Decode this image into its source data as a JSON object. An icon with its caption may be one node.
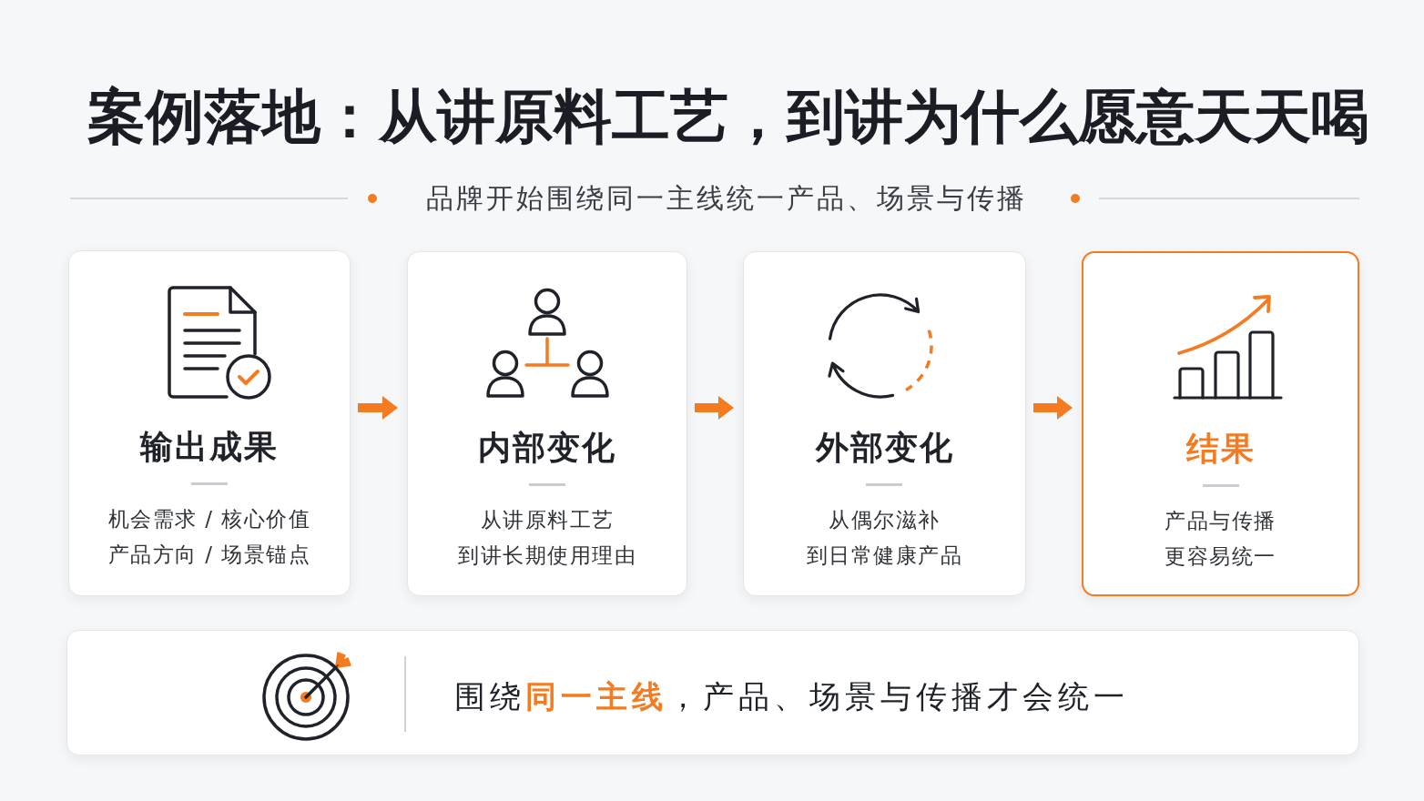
{
  "diagram": {
    "title": "案例落地：从讲原料工艺，到讲为什么愿意天天喝",
    "nodes": [
      {
        "text": [
          "输出成果",
          "机会需求 / 核心价值",
          "产品方向 / 场景锚点"
        ]
      },
      {
        "text": [
          "内部变化",
          "从讲原料工艺到讲长期使用理由"
        ]
      },
      {
        "text": [
          "外部变化",
          "从偶尔滋补到日常健康产品"
        ]
      },
      {
        "text": [
          "结果",
          "产品与传播更容易统一"
        ]
      },
      {
        "text": [
          "围绕**同一主线**，产品、场景与传播才会统一"
        ]
      }
    ],
    "edges": [
      {
        "from": 0,
        "to": 1,
        "arrow": "to"
      },
      {
        "from": 1,
        "to": 2,
        "arrow": "to"
      },
      {
        "from": 2,
        "to": 3,
        "arrow": "to"
      }
    ],
    "labels": [
      "品牌开始围绕同一主线统一产品、场景与传播"
    ]
  }
}
